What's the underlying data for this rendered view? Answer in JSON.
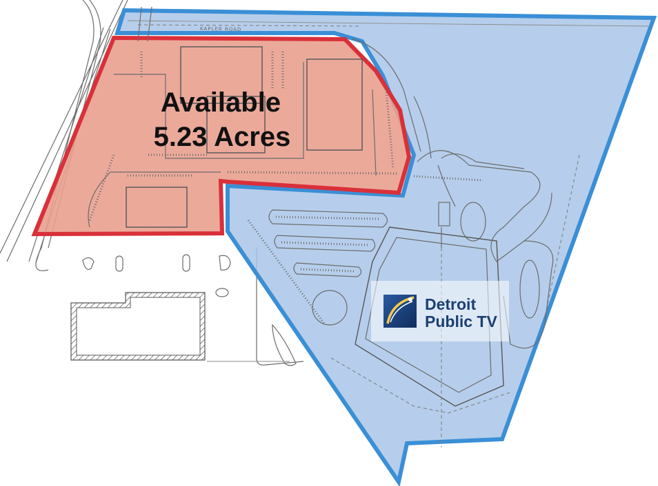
{
  "map": {
    "road_name": "KAPLER ROAD",
    "available_parcel": {
      "label_line1": "Available",
      "label_line2": "5.23 Acres",
      "fill_color": "#e9a08f",
      "outline_color": "#d9303a"
    },
    "owner_parcel": {
      "fill_color": "#a9c6e8",
      "outline_color": "#3a8fd6"
    },
    "logo": {
      "line1": "Detroit",
      "line2": "Public TV",
      "text_color": "#1b3f74",
      "icon": "sunburst-icon"
    }
  }
}
